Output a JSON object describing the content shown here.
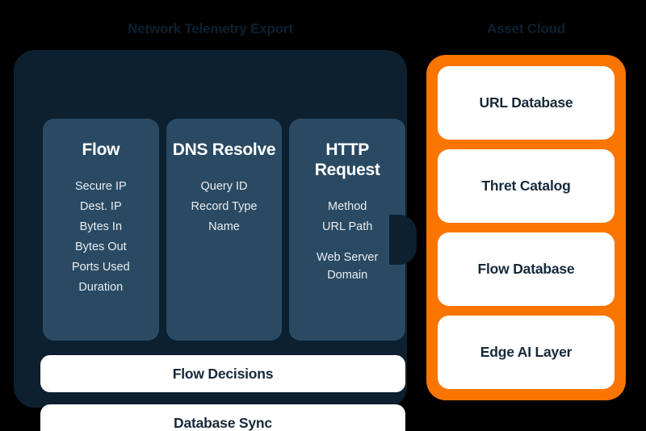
{
  "left": {
    "title": "Network Telemetry Export",
    "cards": [
      {
        "title": "Flow",
        "items": [
          "Secure IP",
          "Dest. IP",
          "Bytes In",
          "Bytes Out",
          "Ports Used",
          "Duration"
        ]
      },
      {
        "title": "DNS Resolve",
        "items": [
          "Query ID",
          "Record Type",
          "Name"
        ]
      },
      {
        "title": "HTTP Request",
        "items": [
          "Method",
          "URL Path",
          "Web Server\nDomain"
        ]
      }
    ],
    "bars": [
      {
        "label": "Flow Decisions"
      },
      {
        "label": "Database Sync"
      }
    ]
  },
  "right": {
    "title": "Asset Cloud",
    "items": [
      {
        "label": "URL Database"
      },
      {
        "label": "Thret Catalog"
      },
      {
        "label": "Flow Database"
      },
      {
        "label": "Edge AI Layer"
      }
    ]
  },
  "colors": {
    "background": "#000000",
    "panel_dark": "#0d2030",
    "card_blue": "#2a4a63",
    "accent_orange": "#fa7500",
    "text_on_white": "#16293a",
    "text_on_dark": "#ffffff"
  },
  "connector": {
    "name": "arrow-right"
  }
}
